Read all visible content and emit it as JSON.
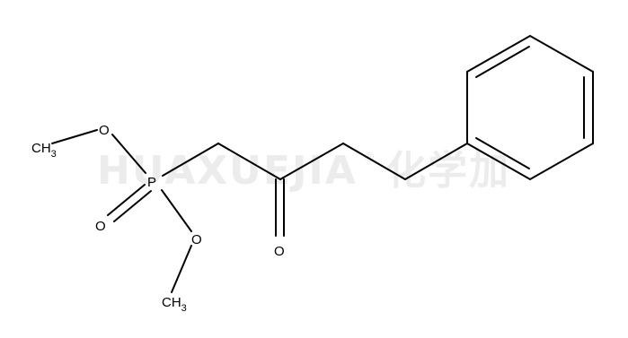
{
  "watermark": {
    "text": "HUAXUEJIA",
    "registered": "®",
    "cn": "化学加",
    "color": "#ececec"
  },
  "atoms": {
    "ch3_top": {
      "main": "CH",
      "sub": "3"
    },
    "o_top": "O",
    "p": "P",
    "o_double": "O",
    "o_bottom": "O",
    "ch3_bottom": {
      "main": "CH",
      "sub": "3"
    },
    "o_ketone": "O"
  },
  "colors": {
    "bond": "#000000",
    "background": "#ffffff"
  }
}
